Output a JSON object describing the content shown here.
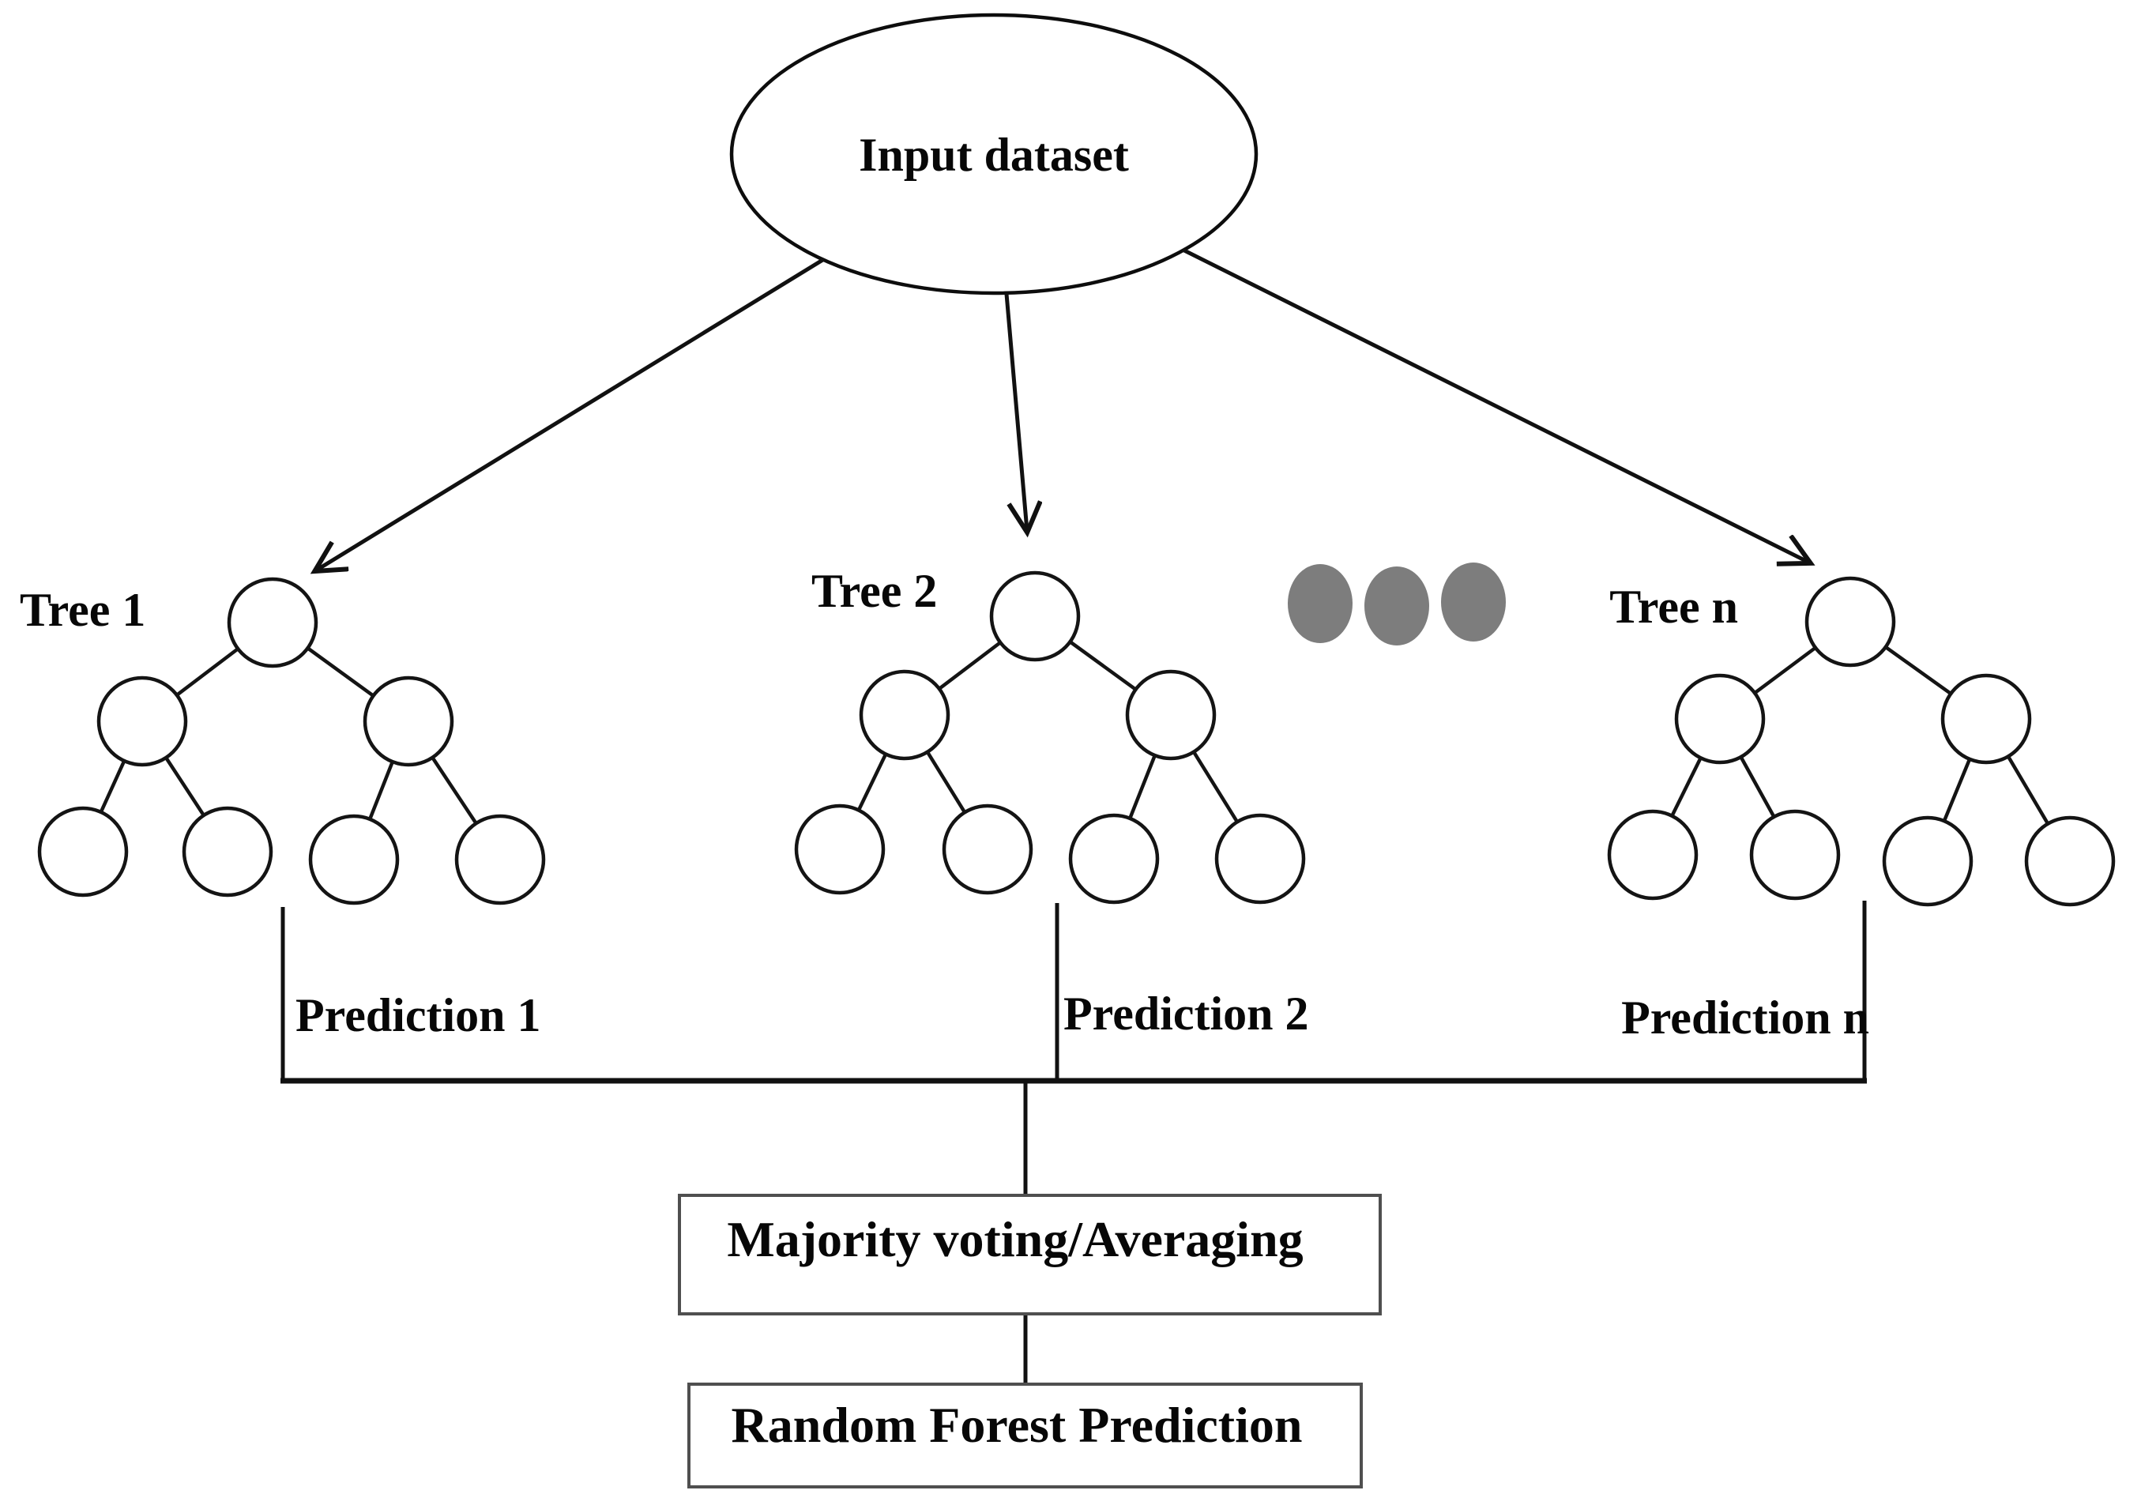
{
  "figure": {
    "input_node": {
      "label": "Input dataset"
    },
    "trees": [
      {
        "label": "Tree 1",
        "prediction": "Prediction 1"
      },
      {
        "label": "Tree 2",
        "prediction": "Prediction 2"
      },
      {
        "label": "Tree n",
        "prediction": "Prediction n"
      }
    ],
    "ellipsis": {
      "count": 3,
      "color": "#7d7d7d"
    },
    "aggregation_box": {
      "label": "Majority voting/Averaging"
    },
    "output_box": {
      "label": "Random Forest Prediction"
    },
    "colors": {
      "stroke": "#111111",
      "text": "#070707",
      "box_border": "#4f4f4f",
      "background": "#ffffff"
    }
  }
}
